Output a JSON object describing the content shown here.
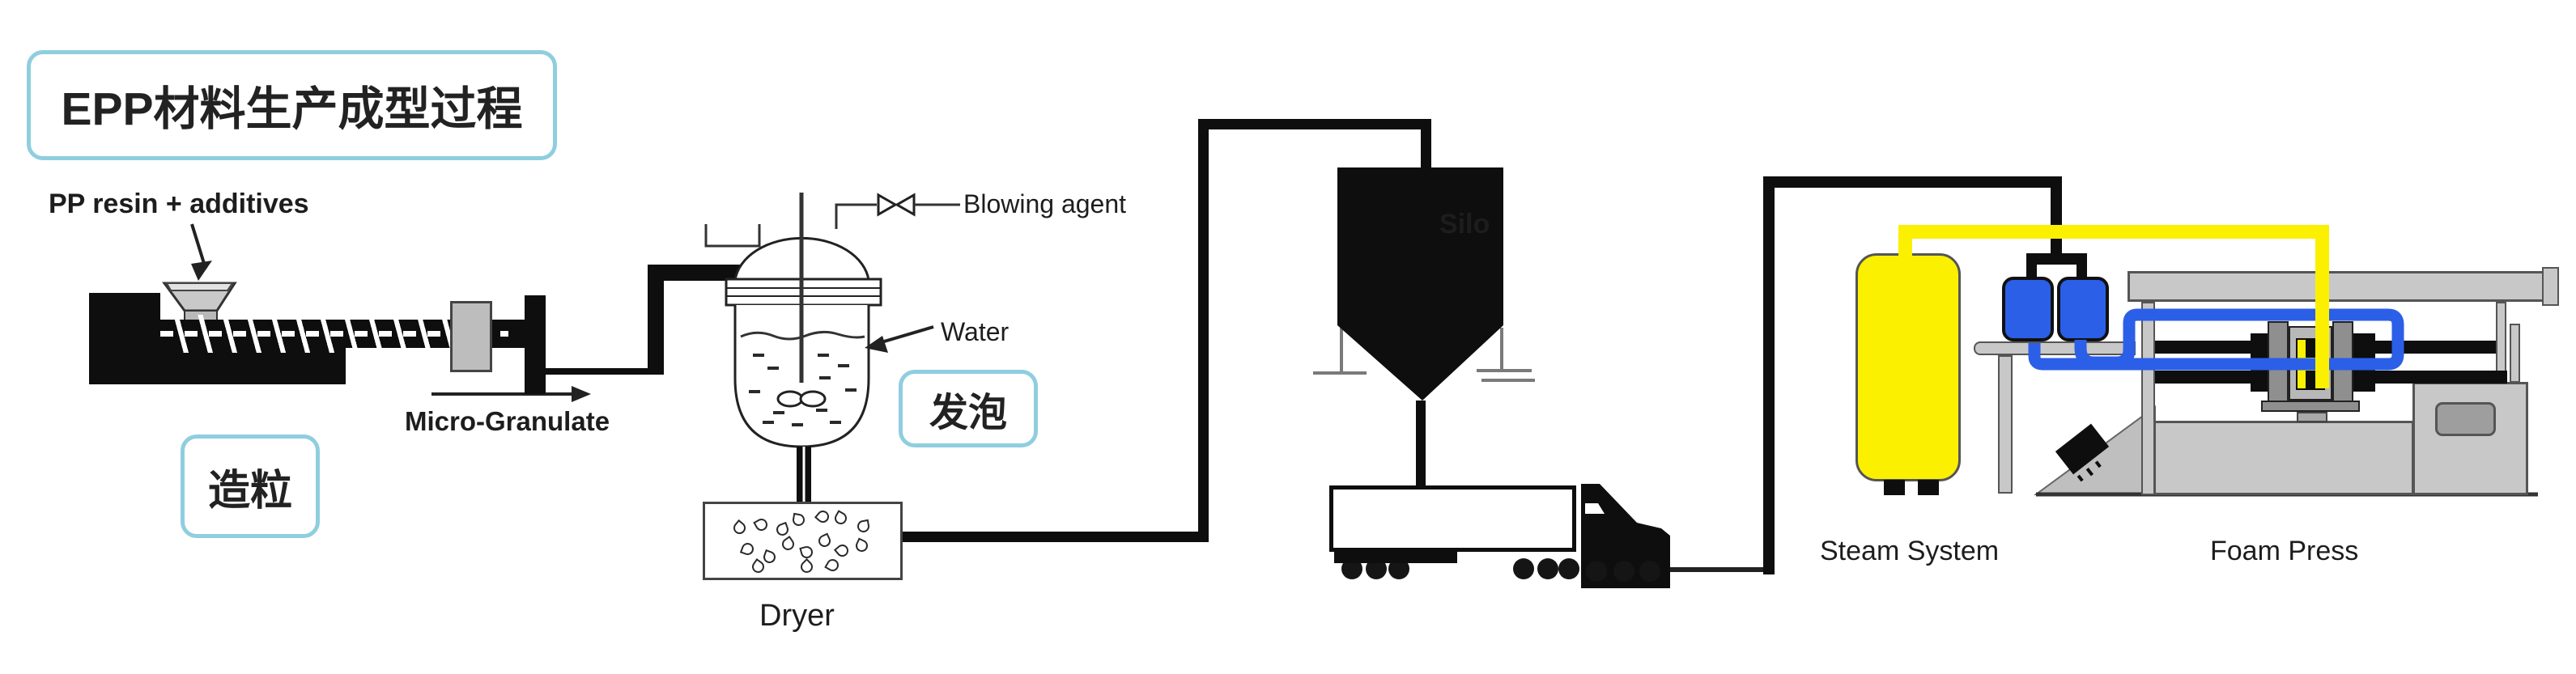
{
  "title": "EPP材料生产成型过程",
  "labels": {
    "pp_resin": "PP resin + additives",
    "micro_granulate": "Micro-Granulate",
    "granulation": "造粒",
    "blowing_agent": "Blowing agent",
    "water": "Water",
    "foaming": "发泡",
    "dryer": "Dryer",
    "silo": "Silo",
    "steam_system": "Steam System",
    "foam_press": "Foam Press"
  },
  "colors": {
    "accent_border": "#8FCEDE",
    "pipe_black": "#0e0e0e",
    "steam_yellow": "#FBF000",
    "tank_blue": "#2B5FE8",
    "machine_light": "#C8C8C8",
    "machine_mid": "#9E9E9E",
    "outline_gray": "#555555"
  }
}
